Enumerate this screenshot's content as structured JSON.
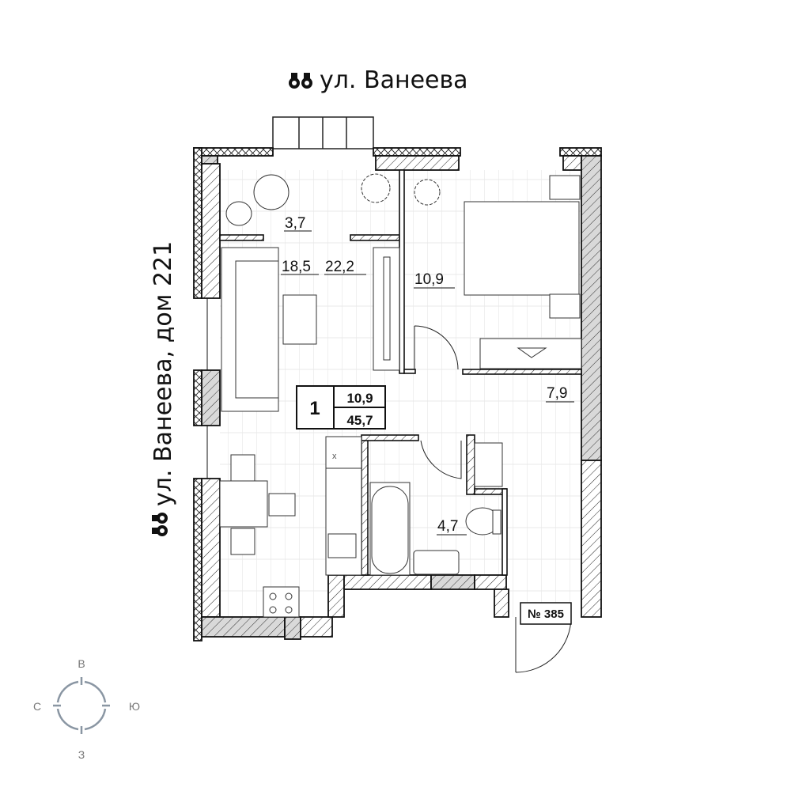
{
  "streets": {
    "top": "ул. Ванеева",
    "left": "ул. Ванеева, дом 221",
    "view_icon": "binoculars-icon"
  },
  "rooms": {
    "loggia": "3,7",
    "living": "18,5",
    "kitchen_living": "22,2",
    "bedroom": "10,9",
    "hall": "7,9",
    "bathroom": "4,7"
  },
  "summary": {
    "rooms_count": "1",
    "living_area": "10,9",
    "total_area": "45,7"
  },
  "apartment_number": "№ 385",
  "compass": {
    "north": "В",
    "east": "Ю",
    "south": "З",
    "west": "С"
  },
  "colors": {
    "wall": "#111111",
    "fill_gray": "#d9d9d9",
    "compass": "#8a96a3"
  }
}
